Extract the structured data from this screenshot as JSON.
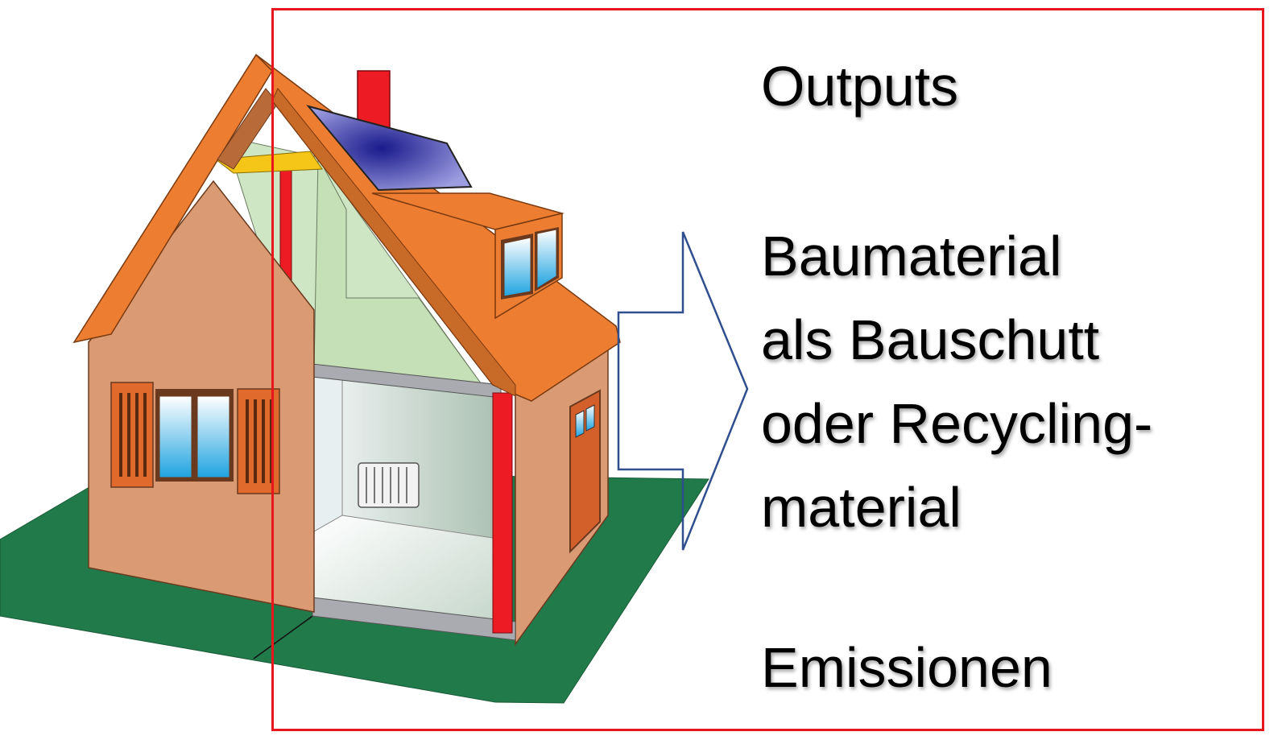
{
  "diagram": {
    "heading": "Outputs",
    "material_lines": [
      "Baumaterial",
      "als Bauschutt",
      "oder Recycling-",
      "material"
    ],
    "emissions": "Emissionen"
  },
  "colors": {
    "frame": "#e8161d",
    "arrow_stroke": "#2f4f8f",
    "roof": "#ed7d31",
    "wall": "#d99a74",
    "grass": "#217a49",
    "chimney": "#ed1c24",
    "interior": "#cfe6c4",
    "solar_panel": "#2b2b9e"
  }
}
